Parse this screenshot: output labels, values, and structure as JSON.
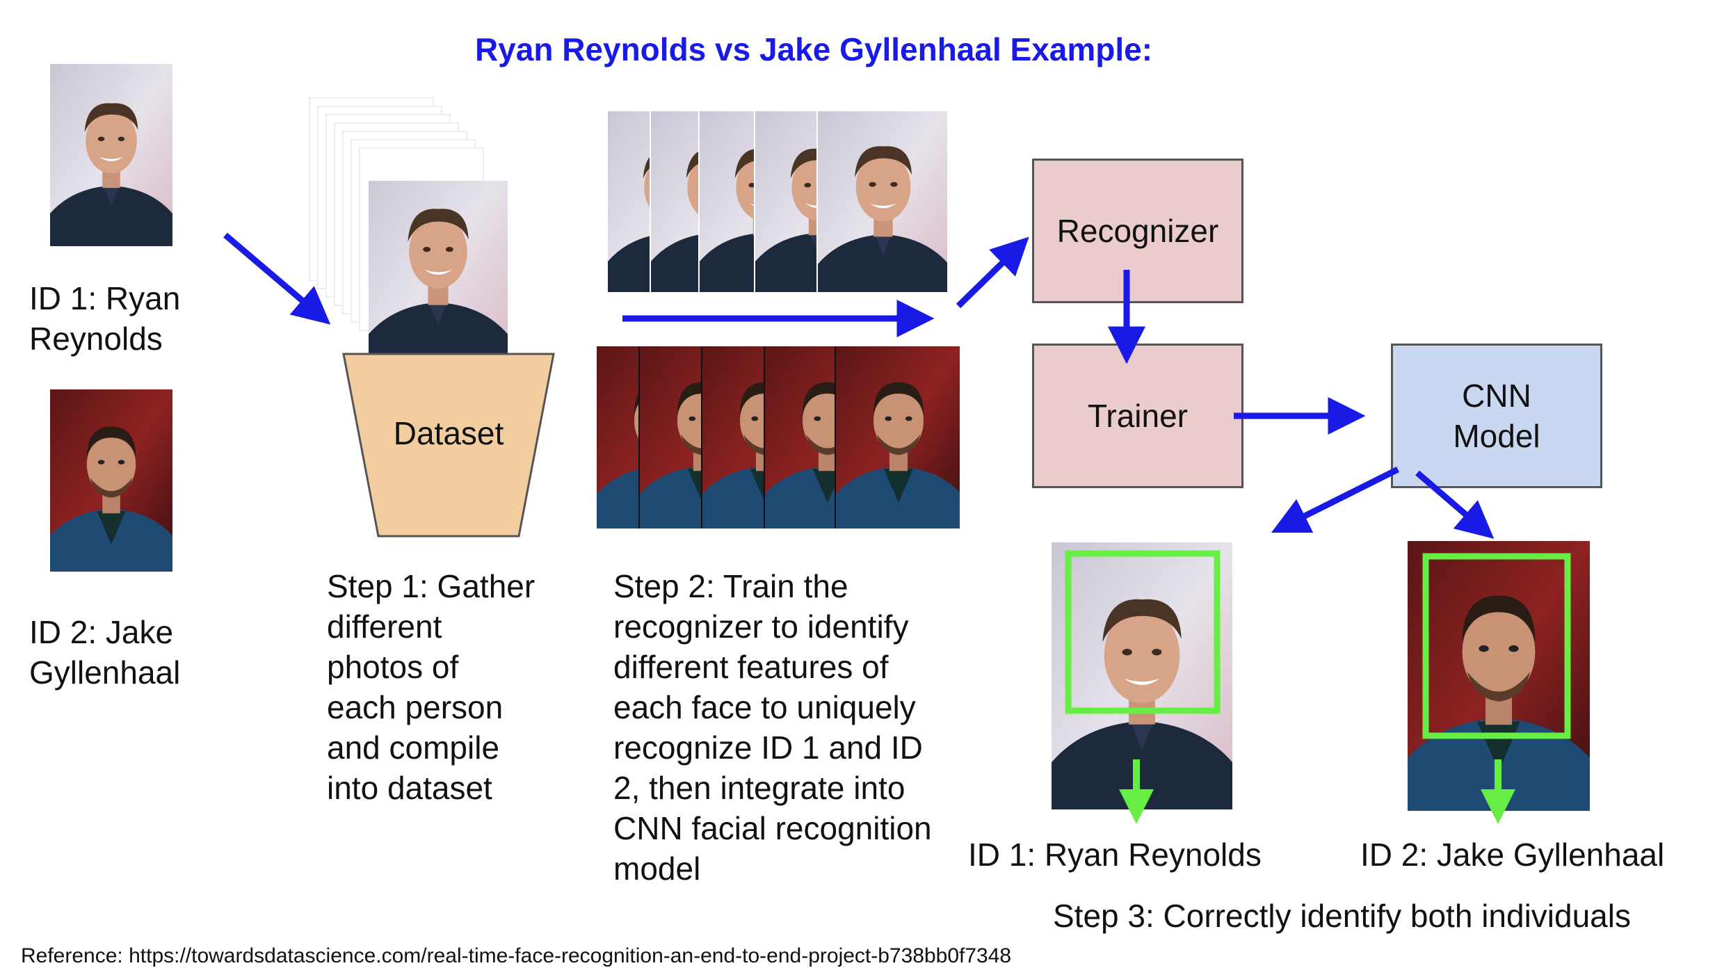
{
  "title": "Ryan Reynolds vs Jake Gyllenhaal Example:",
  "ids": {
    "id1": "ID 1: Ryan Reynolds",
    "id2": "ID 2: Jake Gyllenhaal"
  },
  "dataset_label": "Dataset",
  "step1": "Step 1: Gather different photos of each person and compile into dataset",
  "step2": "Step 2: Train the recognizer to identify different features of each face to uniquely recognize ID 1 and ID 2, then integrate into CNN facial recognition model",
  "boxes": {
    "recognizer": "Recognizer",
    "trainer": "Trainer",
    "cnn_model": "CNN Model"
  },
  "results": {
    "id1": "ID 1: Ryan Reynolds",
    "id2": "ID 2: Jake Gyllenhaal"
  },
  "step3": "Step 3: Correctly identify both individuals",
  "reference": "Reference: https://towardsdatascience.com/real-time-face-recognition-an-end-to-end-project-b738bb0f7348",
  "colors": {
    "title": "#1a1ae6",
    "arrow": "#1a1ae6",
    "detection": "#66ee44",
    "dataset_fill": "#f2cda0",
    "recognizer_fill": "#ebcccc",
    "trainer_fill": "#ebcccc",
    "cnn_fill": "#c9d8f0"
  }
}
